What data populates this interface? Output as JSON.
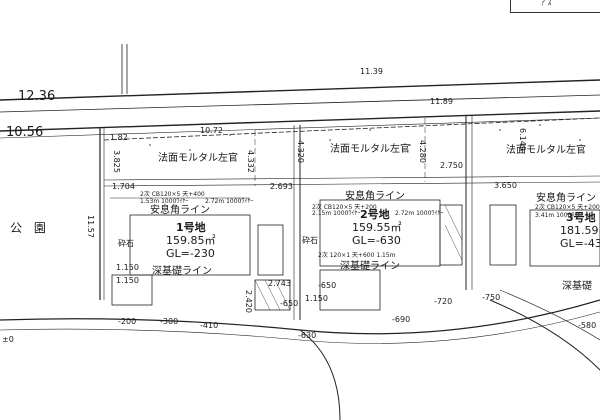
{
  "top_legend": "ｱ ｽ",
  "road_widths": {
    "outer": "12.36",
    "inner": "10.56",
    "top": "11.39",
    "mid": "11.89"
  },
  "park_label": "公 園",
  "west_depth": "11.57",
  "slope_texts": {
    "left": "法面モルタル左官",
    "center": "法面モルタル左官",
    "right": "法面モルタル左官"
  },
  "edge_dims": {
    "a": "1.82",
    "b": "10.72",
    "c": "4.332",
    "d": "4.320",
    "e": "4.280",
    "f": "2.750",
    "g": "6.149",
    "h": "1.704",
    "i": "2.693",
    "j": "3.650",
    "k": "3.825"
  },
  "lots": [
    {
      "name": "1号地",
      "area": "159.85㎡",
      "gl": "GL=-230",
      "slope_line": "安息角ライン",
      "foundation": "深基礎ライン"
    },
    {
      "name": "2号地",
      "area": "159.55㎡",
      "gl": "GL=-630",
      "slope_line": "安息角ライン",
      "foundation": "深基礎ライン"
    },
    {
      "name": "3号地",
      "area": "181.59㎡",
      "gl": "GL=-43",
      "slope_line": "安息角ライン",
      "foundation": "深基礎"
    }
  ],
  "small_notes": [
    "2次 CB120×5 天+400",
    "1.53m 1000ﾜｲﾔｰ",
    "2.72m 1000ﾜｲﾔｰ",
    "2次 CB120×5 天+200",
    "2.15m 1000ﾜｲﾔｰ",
    "2.72m 1000ﾜｲﾔｰ",
    "2次 CB120×5 天+200",
    "2次 120×1 天+600 1.15m",
    "3.41m 1000ﾜｲﾔｰ"
  ],
  "stone_labels": [
    "砕石",
    "砕石"
  ],
  "elevations": {
    "e1": "-200",
    "e2": "-300",
    "e3": "-410",
    "e4": "-630",
    "e5": "-690",
    "e6": "-720",
    "e7": "-750",
    "e8": "-580",
    "e9": "±0",
    "e10": "-650",
    "e11": "-650"
  },
  "misc": {
    "m1": "1.150",
    "m2": "1.150",
    "m3": "1.150",
    "m4": "2.743",
    "m5": "2.420"
  }
}
